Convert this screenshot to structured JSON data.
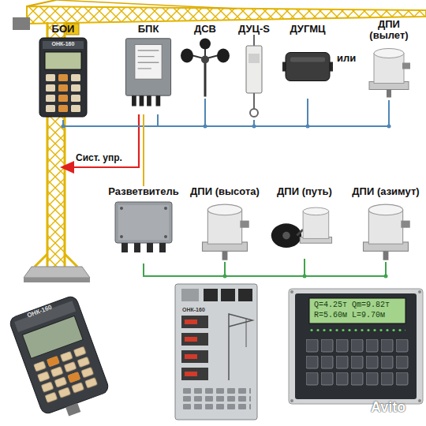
{
  "diagram": {
    "nodes": [
      {
        "text": [
          "БОИ",
          "ОНК-160"
        ]
      },
      {
        "text": [
          "БПК"
        ]
      },
      {
        "text": [
          "ДСВ"
        ]
      },
      {
        "text": [
          "ДУЦ-S"
        ]
      },
      {
        "text": [
          "ДУГМЦ"
        ]
      },
      {
        "text": [
          "ДПИ (вылет)"
        ]
      },
      {
        "text": [
          "Разветвитель"
        ]
      },
      {
        "text": [
          "ДПИ (высота)"
        ]
      },
      {
        "text": [
          "ДПИ (путь)"
        ]
      },
      {
        "text": [
          "ДПИ (азимут)"
        ]
      }
    ],
    "edges": [
      {
        "from": 1,
        "to": 0,
        "arrow": "none"
      },
      {
        "from": 1,
        "to": 2,
        "arrow": "none"
      },
      {
        "from": 1,
        "to": 3,
        "arrow": "none"
      },
      {
        "from": 1,
        "to": 4,
        "arrow": "none"
      },
      {
        "from": 1,
        "to": 5,
        "arrow": "none"
      },
      {
        "from": 1,
        "to": 6,
        "arrow": "none"
      },
      {
        "from": 6,
        "to": 7,
        "arrow": "none"
      },
      {
        "from": 6,
        "to": 8,
        "arrow": "none"
      },
      {
        "from": 6,
        "to": 9,
        "arrow": "none"
      }
    ],
    "labels": [
      "или",
      "Сист. упр.",
      "ОНК-160",
      "ОНК-160",
      "Q=4.25т Qm=9.82т",
      "R=5.60м L=9.70м",
      "Avito"
    ]
  }
}
